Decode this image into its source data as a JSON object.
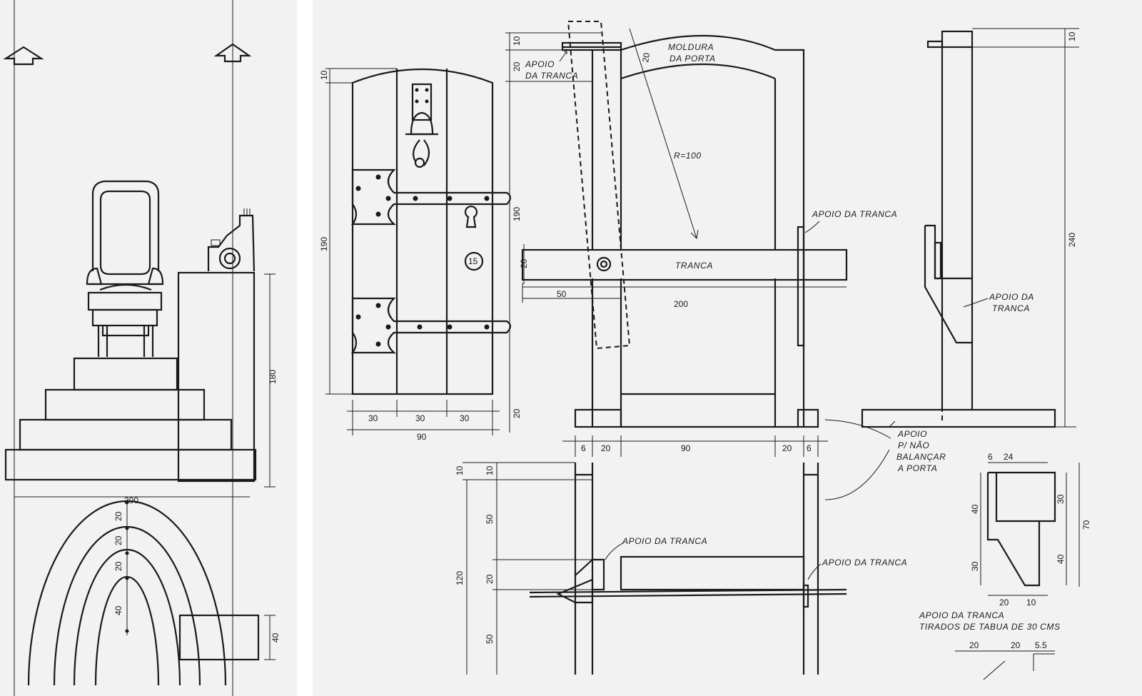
{
  "left": {
    "dims": {
      "height_total": "180",
      "plan_width": "200",
      "plan_rings": [
        "20",
        "20",
        "20",
        "40"
      ],
      "plan_box": "40"
    }
  },
  "right": {
    "labels": {
      "moldura": "MOLDURA",
      "da_porta": "DA PORTA",
      "apoio_top_1": "APOIO",
      "apoio_top_2": "DA TRANCA",
      "radius": "R=100",
      "apoio_right": "APOIO DA TRANCA",
      "tranca": "TRANCA",
      "apoio_side_1": "APOIO DA",
      "apoio_side_2": "TRANCA",
      "apoio_pn_1": "APOIO",
      "apoio_pn_2": "P/ NÃO",
      "apoio_pn_3": "BALANÇAR",
      "apoio_pn_4": "A PORTA",
      "apoio_lower_left": "APOIO DA TRANCA",
      "apoio_lower_right": "APOIO DA TRANCA",
      "note_1": "APOIO DA TRANCA",
      "note_2": "TIRADOS DE TABUA DE 30 CMS",
      "lock_number": "15"
    },
    "dims": {
      "door_top": "10",
      "door_height": "190",
      "door_boards": [
        "30",
        "30",
        "30"
      ],
      "door_width": "90",
      "frame_top": "10",
      "frame_sub": "20",
      "frame_arch": "20",
      "frame_height": "190",
      "bar_height": "20",
      "bar_offset": "50",
      "bar_length": "200",
      "frame_base": "20",
      "frame_bottom": [
        "6",
        "20",
        "90",
        "20",
        "6"
      ],
      "side_top": "10",
      "side_height": "240",
      "lower_10a": "10",
      "lower_10b": "10",
      "lower_50a": "50",
      "lower_120": "120",
      "lower_20": "20",
      "lower_50b": "50",
      "detail_top": [
        "6",
        "24"
      ],
      "detail_left": [
        "40",
        "30"
      ],
      "detail_right": [
        "30",
        "40"
      ],
      "detail_70": "70",
      "detail_bottom": [
        "20",
        "10"
      ],
      "bottom_sketch": [
        "20",
        "20",
        "5.5"
      ]
    }
  }
}
